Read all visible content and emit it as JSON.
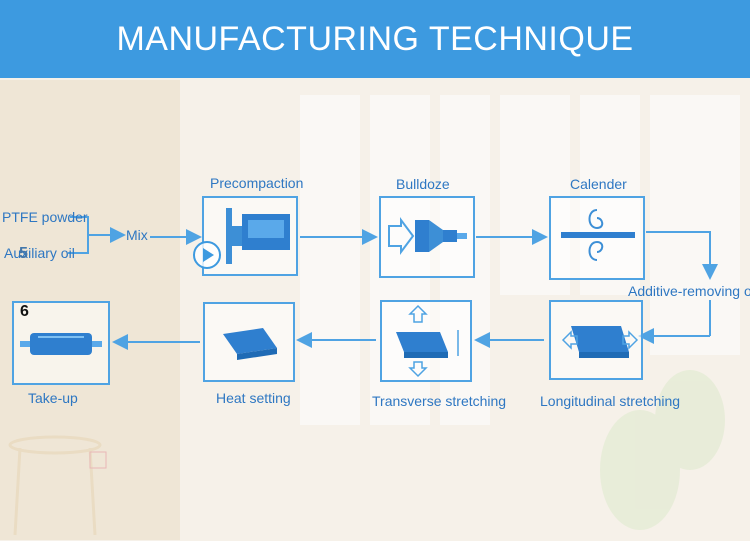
{
  "header": {
    "title": "MANUFACTURING TECHNIQUE"
  },
  "inputs": {
    "powder": "PTFE powder",
    "oil": "Auxiliary oil"
  },
  "mix": "Mix",
  "steps": {
    "precompaction": "Precompaction",
    "bulldoze": "Bulldoze",
    "calender": "Calender",
    "additive_removing": "Additive-removing oil",
    "longitudinal": "Longitudinal stretching",
    "transverse": "Transverse stretching",
    "heat_setting": "Heat setting",
    "take_up": "Take-up"
  },
  "overlay_digits": {
    "five": "5",
    "six": "6"
  },
  "colors": {
    "header": "#3d9ae0",
    "line": "#4fa3e3",
    "label": "#2e77c2"
  }
}
